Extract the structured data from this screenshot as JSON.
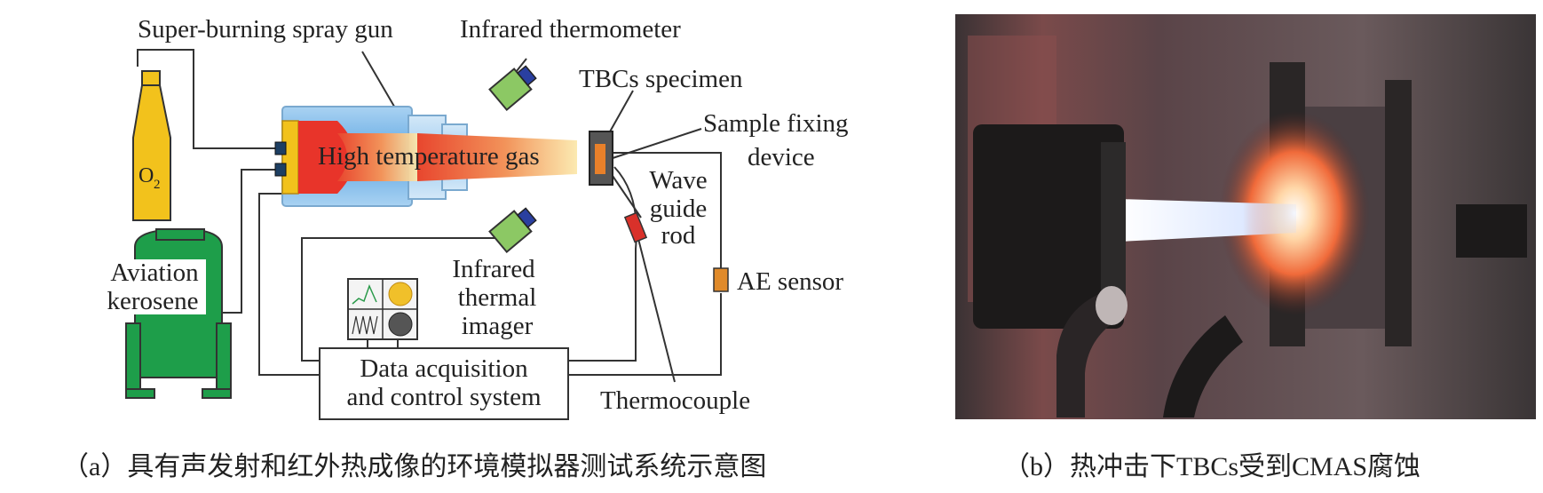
{
  "panel_a": {
    "labels": {
      "spray_gun": "Super-burning spray gun",
      "ir_thermometer": "Infrared thermometer",
      "specimen": "TBCs specimen",
      "fixing_1": "Sample fixing",
      "fixing_2": "device",
      "gas": "High temperature gas",
      "oxygen": "O",
      "oxygen_sub": "2",
      "wave_1": "Wave",
      "wave_2": "guide",
      "wave_3": "rod",
      "kerosene_1": "Aviation",
      "kerosene_2": "kerosene",
      "imager_1": "Infrared",
      "imager_2": "thermal",
      "imager_3": "imager",
      "ae_sensor": "AE sensor",
      "daq_1": "Data acquisition",
      "daq_2": "and control system",
      "thermocouple": "Thermocouple"
    },
    "caption": "（a）具有声发射和红外热成像的环境模拟器测试系统示意图"
  },
  "panel_b": {
    "caption": "（b）热冲击下TBCs受到CMAS腐蚀"
  },
  "colors": {
    "oxygen_tank": "#f2c21c",
    "kerosene_tank": "#1e9e4a",
    "gun_body": "#6fb0e6",
    "combustion": "#e8342a",
    "ir_device": "#8cc864",
    "ae_sensor": "#e08a2a",
    "thermocouple": "#d9312a"
  }
}
